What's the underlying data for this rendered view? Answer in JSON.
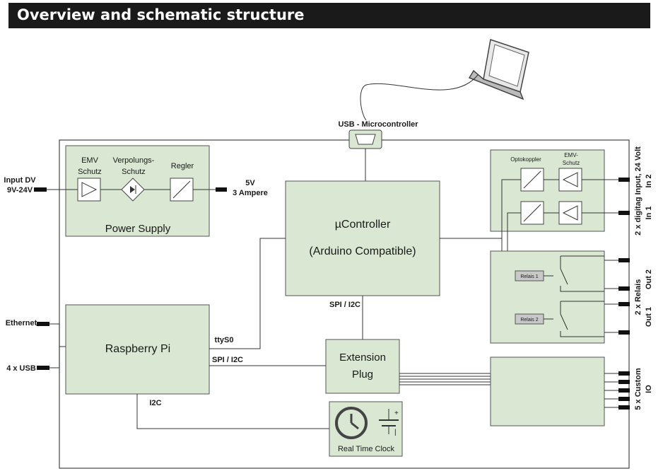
{
  "title": "Overview and schematic structure",
  "labels": {
    "usb_micro": "USB - Microcontroller",
    "input_dv_1": "Input DV",
    "input_dv_2": "9V-24V",
    "out5v_1": "5V",
    "out5v_2": "3 Ampere",
    "emv_1": "EMV",
    "emv_2": "Schutz",
    "verpol_1": "Verpolungs-",
    "verpol_2": "Schutz",
    "regler": "Regler",
    "power_supply": "Power Supply",
    "uc_1": "µController",
    "uc_2": "(Arduino Compatible)",
    "spi_i2c_uc": "SPI / I2C",
    "ethernet": "Ethernet",
    "usb4": "4 x USB",
    "raspberry": "Raspberry Pi",
    "ttys0": "ttyS0",
    "spi_i2c_rpi": "SPI / I2C",
    "i2c": "I2C",
    "ext_1": "Extension",
    "ext_2": "Plug",
    "rtc": "Real Time Clock",
    "optokoppler": "Optokoppler",
    "emv2_1": "EMV-",
    "emv2_2": "Schutz",
    "relais1": "Relais 1",
    "relais2": "Relais 2",
    "digin_side": "2 x digitag Input, 24 Volt",
    "in2": "In 2",
    "in1": "In 1",
    "relais_side": "2 x Relais",
    "out2": "Out 2",
    "out1": "Out 1",
    "custom_side": "5 x Custom",
    "io": "IO"
  },
  "colors": {
    "block_fill": "#d9e7d3",
    "title_bg": "#1a1a1a",
    "relay_fill": "#c8c8c8"
  }
}
